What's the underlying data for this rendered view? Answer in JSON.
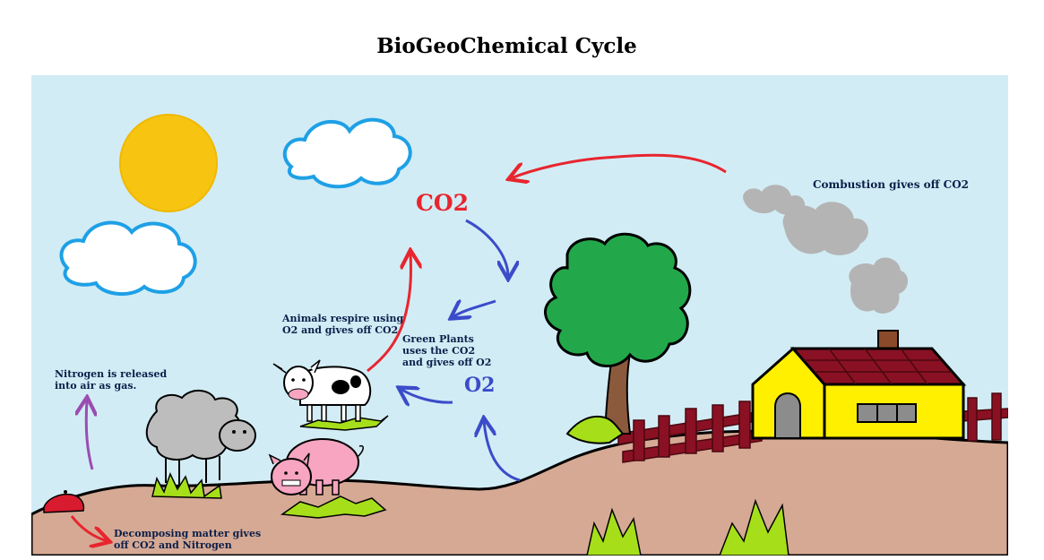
{
  "title": "BioGeoChemical Cycle",
  "labels": {
    "combustion": "Combustion gives off CO2",
    "co2": "CO2",
    "o2": "O2",
    "animals_line1": "Animals respire using",
    "animals_line2": "O2 and gives off CO2",
    "plants_line1": "Green Plants",
    "plants_line2": "uses the CO2",
    "plants_line3": "and gives off O2",
    "nitrogen_line1": "Nitrogen is released",
    "nitrogen_line2": "into air as gas.",
    "decompose_line1": "Decomposing matter gives",
    "decompose_line2": "off CO2  and Nitrogen"
  },
  "colors": {
    "sky": "#d2ecf5",
    "ground": "#d6a994",
    "sun": "#f7c511",
    "cloud_outline": "#1ea0e6",
    "smoke": "#b4b4b4",
    "tree_leaves": "#22a84a",
    "trunk": "#8b5a3c",
    "house_wall": "#fff000",
    "roof": "#8a1123",
    "grass": "#a6df1a",
    "co2_arrow": "#e8252e",
    "o2_arrow": "#3b4cc9",
    "nitrogen_arrow": "#9a4db1",
    "co2_text": "#e8252e",
    "o2_text": "#3b4cc9"
  }
}
